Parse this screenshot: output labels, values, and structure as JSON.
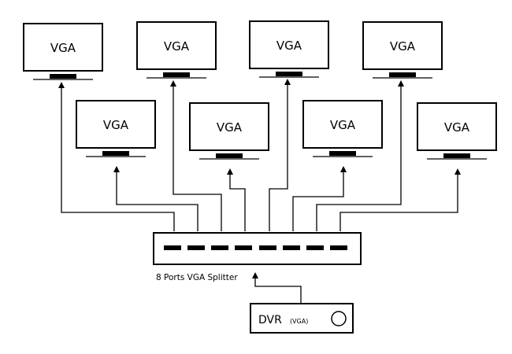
{
  "monitors": [
    {
      "label": "VGA"
    },
    {
      "label": "VGA"
    },
    {
      "label": "VGA"
    },
    {
      "label": "VGA"
    },
    {
      "label": "VGA"
    },
    {
      "label": "VGA"
    },
    {
      "label": "VGA"
    },
    {
      "label": "VGA"
    }
  ],
  "splitter": {
    "label": "8 Ports VGA Splitter",
    "port_count": 8
  },
  "dvr": {
    "label": "DVR",
    "sublabel": "(VGA)"
  }
}
